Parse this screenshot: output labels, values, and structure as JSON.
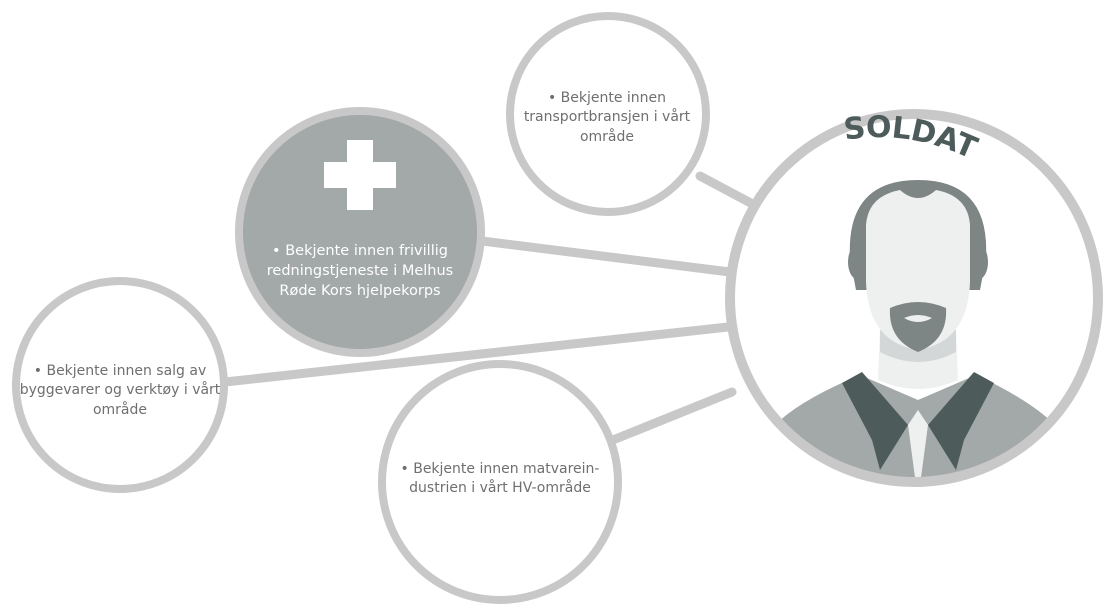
{
  "soldier": {
    "title": "SOLDAT 2"
  },
  "contacts": [
    {
      "id": "transport",
      "text": "• Bekjente innen transportbransjen i vårt område",
      "highlighted": false
    },
    {
      "id": "red-cross",
      "text": "• Bekjente innen frivillig redningstjeneste i Melhus Røde Kors hjelpekorps",
      "highlighted": true
    },
    {
      "id": "building",
      "text": "• Bekjente innen salg av byggevarer og verktøy i vårt område",
      "highlighted": false
    },
    {
      "id": "food",
      "text": "• Bekjente innen matvarein-dustrien i vårt HV-område",
      "highlighted": false
    }
  ],
  "colors": {
    "ring": "#c8c8c8",
    "highlight_fill": "#a3a8a8",
    "collar": "#4d5b5b",
    "hair": "#7d8585",
    "skin": "#eef0f0",
    "text": "#6f6f6f"
  },
  "icons": [
    "plus-icon",
    "person-icon"
  ]
}
